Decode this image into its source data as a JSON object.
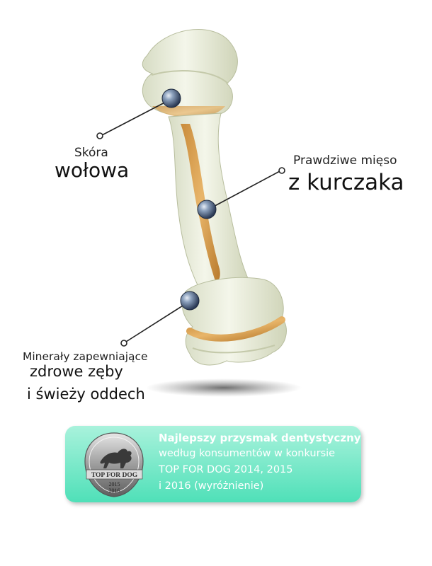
{
  "callouts": {
    "skin": {
      "line1": "Skóra",
      "line2": "wołowa"
    },
    "meat": {
      "line1": "Prawdziwe mięso",
      "line2": "z kurczaka"
    },
    "minerals": {
      "line1": "Minerały zapewniające",
      "line2": "zdrowe zęby",
      "line3": "i świeży oddech"
    }
  },
  "badge": {
    "title": "Najlepszy przysmak dentystyczny",
    "lines": [
      "według konsumentów w konkursie",
      "TOP FOR DOG 2014, 2015",
      "i 2016 (wyróżnienie)"
    ],
    "award": {
      "name": "TOP FOR DOG",
      "year1": "2015",
      "year2": "2016"
    },
    "colors": {
      "gradient_top": "#a9f2dc",
      "gradient_bottom": "#4fe0b8",
      "text": "#ffffff"
    }
  },
  "product": {
    "icon": "rawhide-bone-with-chicken"
  }
}
